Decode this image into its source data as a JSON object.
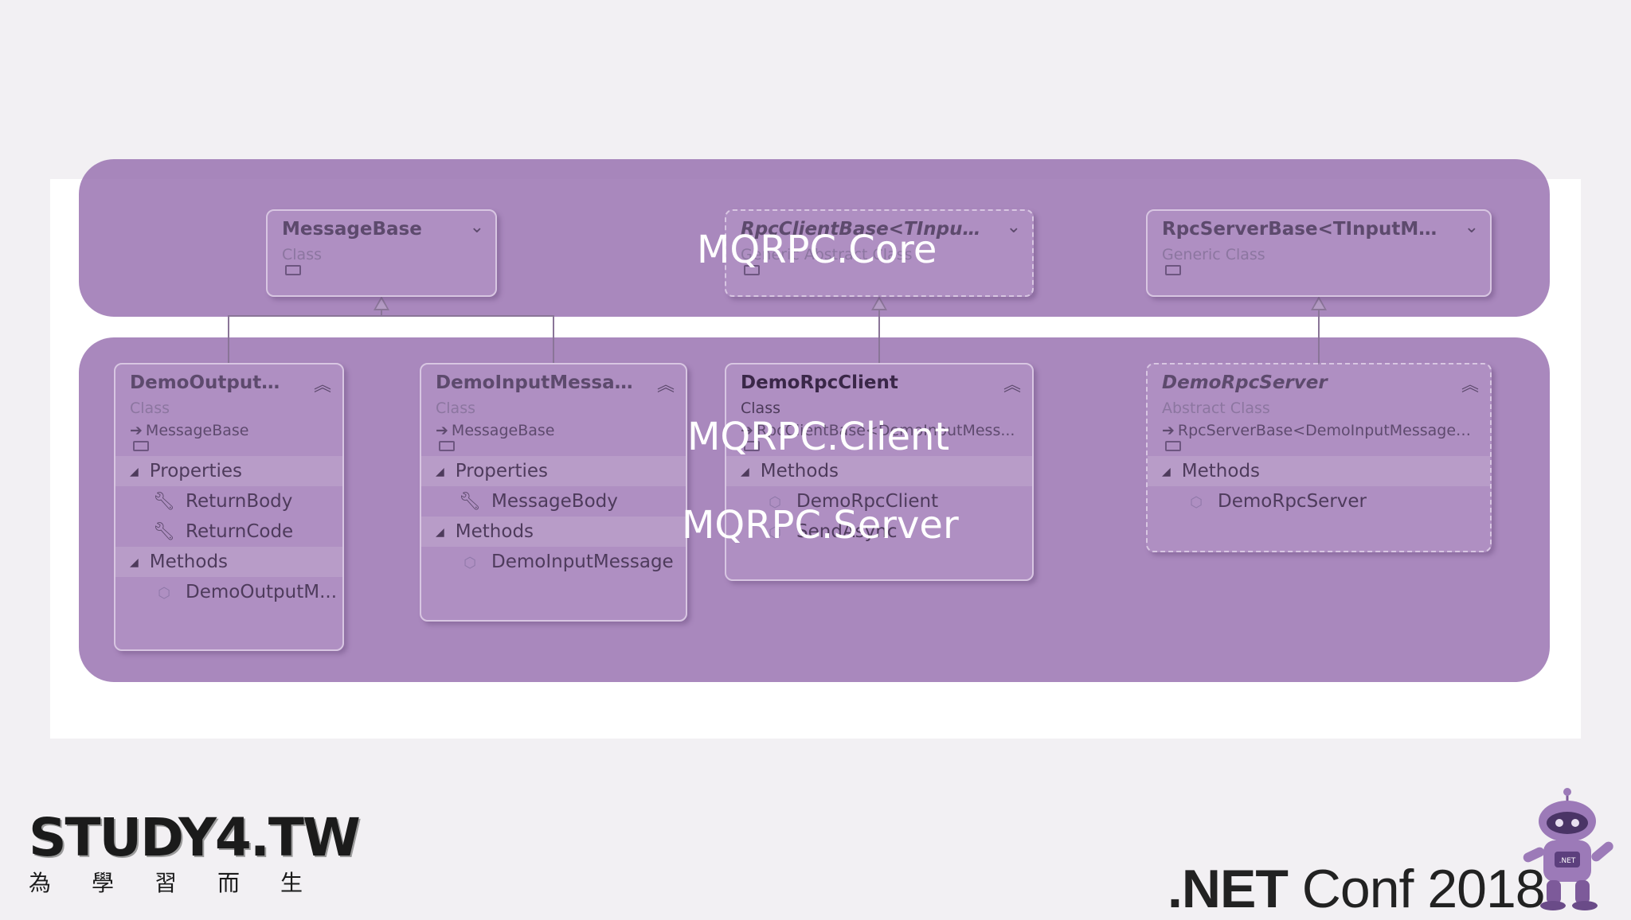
{
  "regions": {
    "core": "MQRPC.Core",
    "client": "MQRPC.Client",
    "server": "MQRPC.Server"
  },
  "classes": {
    "message_base": {
      "name": "MessageBase",
      "kind": "Class",
      "toggle": "⌄"
    },
    "rpc_client_base": {
      "name": "RpcClientBase<TInputMess...",
      "kind": "Generic Abstract Class",
      "toggle": "⌄"
    },
    "rpc_server_base": {
      "name": "RpcServerBase<TInputMess...",
      "kind": "Generic Class",
      "toggle": "⌄"
    },
    "demo_output": {
      "name": "DemoOutputMe...",
      "kind": "Class",
      "base": "MessageBase",
      "sections": {
        "properties": "Properties",
        "methods": "Methods"
      },
      "members": {
        "p1": "ReturnBody",
        "p2": "ReturnCode",
        "m1": "DemoOutputM..."
      }
    },
    "demo_input": {
      "name": "DemoInputMessage",
      "kind": "Class",
      "base": "MessageBase",
      "sections": {
        "properties": "Properties",
        "methods": "Methods"
      },
      "members": {
        "p1": "MessageBody",
        "m1": "DemoInputMessage"
      }
    },
    "demo_client": {
      "name": "DemoRpcClient",
      "kind": "Class",
      "base": "RpcClientBase<DemoInputMess...",
      "sections": {
        "methods": "Methods"
      },
      "members": {
        "m1": "DemoRpcClient",
        "m2": "SendAsync"
      }
    },
    "demo_server": {
      "name": "DemoRpcServer",
      "kind": "Abstract Class",
      "base": "RpcServerBase<DemoInputMessage, ...",
      "sections": {
        "methods": "Methods"
      },
      "members": {
        "m1": "DemoRpcServer"
      }
    }
  },
  "logos": {
    "study4": "STUDY4.TW",
    "study4_sub": [
      "為",
      "學",
      "習",
      "而",
      "生"
    ],
    "netconf": ".NET",
    "netconf_rest": " Conf 2018"
  },
  "colors": {
    "region": "#966eaf",
    "text": "#4e3b5c"
  }
}
